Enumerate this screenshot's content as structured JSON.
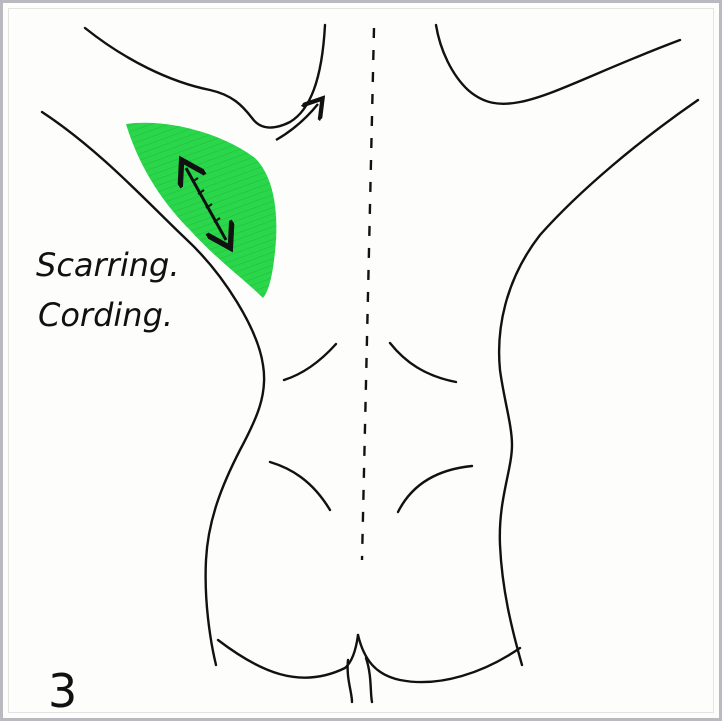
{
  "annotation": {
    "line1": "Scarring.",
    "line2": "Cording."
  },
  "panel_number": "3",
  "colors": {
    "ink": "#111111",
    "highlight": "#2ad64a",
    "highlight_hatch": "#1faa3a",
    "frame": "#b9b9bf"
  },
  "icons": {
    "cord_direction": "double-headed-arrow",
    "axilla_direction": "curved-arrow"
  }
}
